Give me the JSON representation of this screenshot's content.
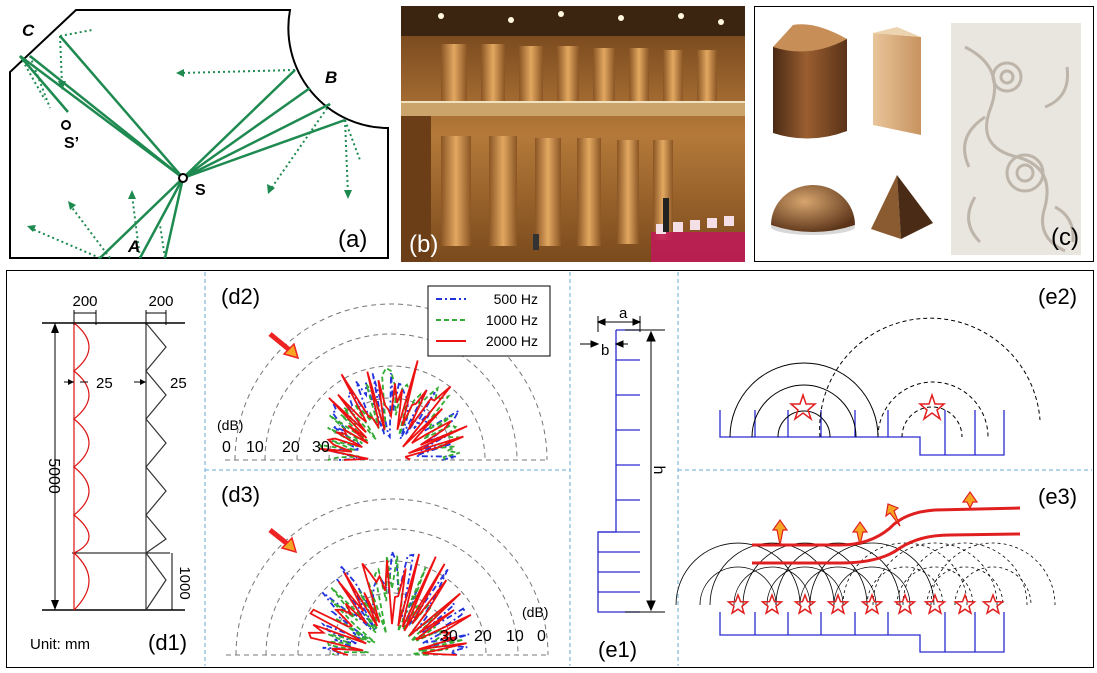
{
  "panels": {
    "a": {
      "label": "(a)",
      "points": {
        "C": "C",
        "B": "B",
        "A": "A",
        "S": "S",
        "S_prime": "S’"
      }
    },
    "b": {
      "label": "(b)"
    },
    "c": {
      "label": "(c)"
    },
    "d1": {
      "label": "(d1)",
      "unit": "Unit: mm",
      "dims": {
        "width_left": "200",
        "width_right": "200",
        "depth_left": "25",
        "depth_right": "25",
        "height": "5000",
        "segment": "1000"
      }
    },
    "d2": {
      "label": "(d2)",
      "db_label": "(dB)",
      "ticks": [
        "0",
        "10",
        "20",
        "30"
      ]
    },
    "d3": {
      "label": "(d3)",
      "db_label": "(dB)",
      "ticks": [
        "30",
        "20",
        "10",
        "0"
      ]
    },
    "legend": [
      {
        "label": "500 Hz",
        "color": "#2233dd"
      },
      {
        "label": "1000 Hz",
        "color": "#33aa33"
      },
      {
        "label": "2000 Hz",
        "color": "#ee1111"
      }
    ],
    "e1": {
      "label": "(e1)",
      "dims": {
        "a": "a",
        "b": "b",
        "h": "h"
      }
    },
    "e2": {
      "label": "(e2)"
    },
    "e3": {
      "label": "(e3)"
    }
  },
  "colors": {
    "ray_green": "#1e8a50",
    "panel_blue": "#2b2bd0",
    "star_red": "#e02020",
    "arrow_orange": "#f5a623"
  }
}
